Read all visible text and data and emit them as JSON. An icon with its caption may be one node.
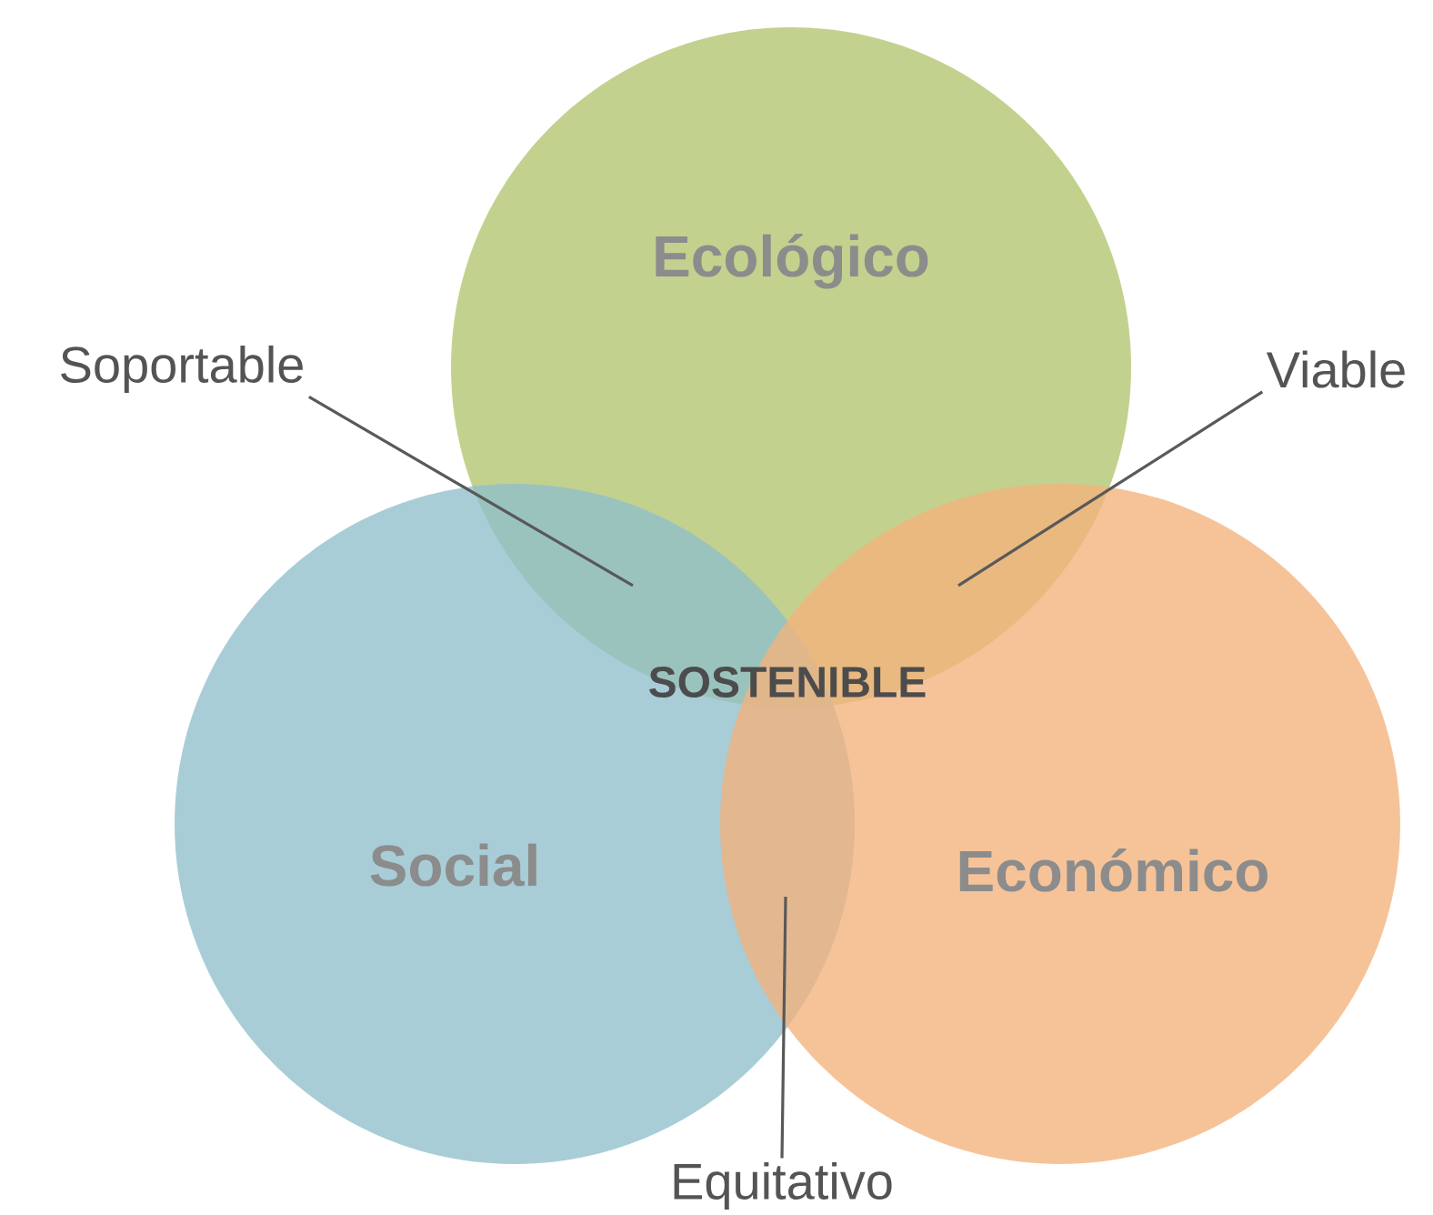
{
  "diagram": {
    "nodes": [
      {
        "text": [
          "Ecológico"
        ]
      },
      {
        "text": [
          "Social"
        ]
      },
      {
        "text": [
          "Económico"
        ]
      },
      {
        "text": [
          "Soportable"
        ]
      },
      {
        "text": [
          "Viable"
        ]
      },
      {
        "text": [
          "Equitativo"
        ]
      }
    ],
    "edges": [
      {
        "from": 3,
        "to": 0,
        "arrow": "none"
      },
      {
        "from": 4,
        "to": 0,
        "arrow": "none"
      },
      {
        "from": 5,
        "to": 2,
        "arrow": "none"
      }
    ],
    "labels": [
      "SOSTENIBLE"
    ]
  }
}
